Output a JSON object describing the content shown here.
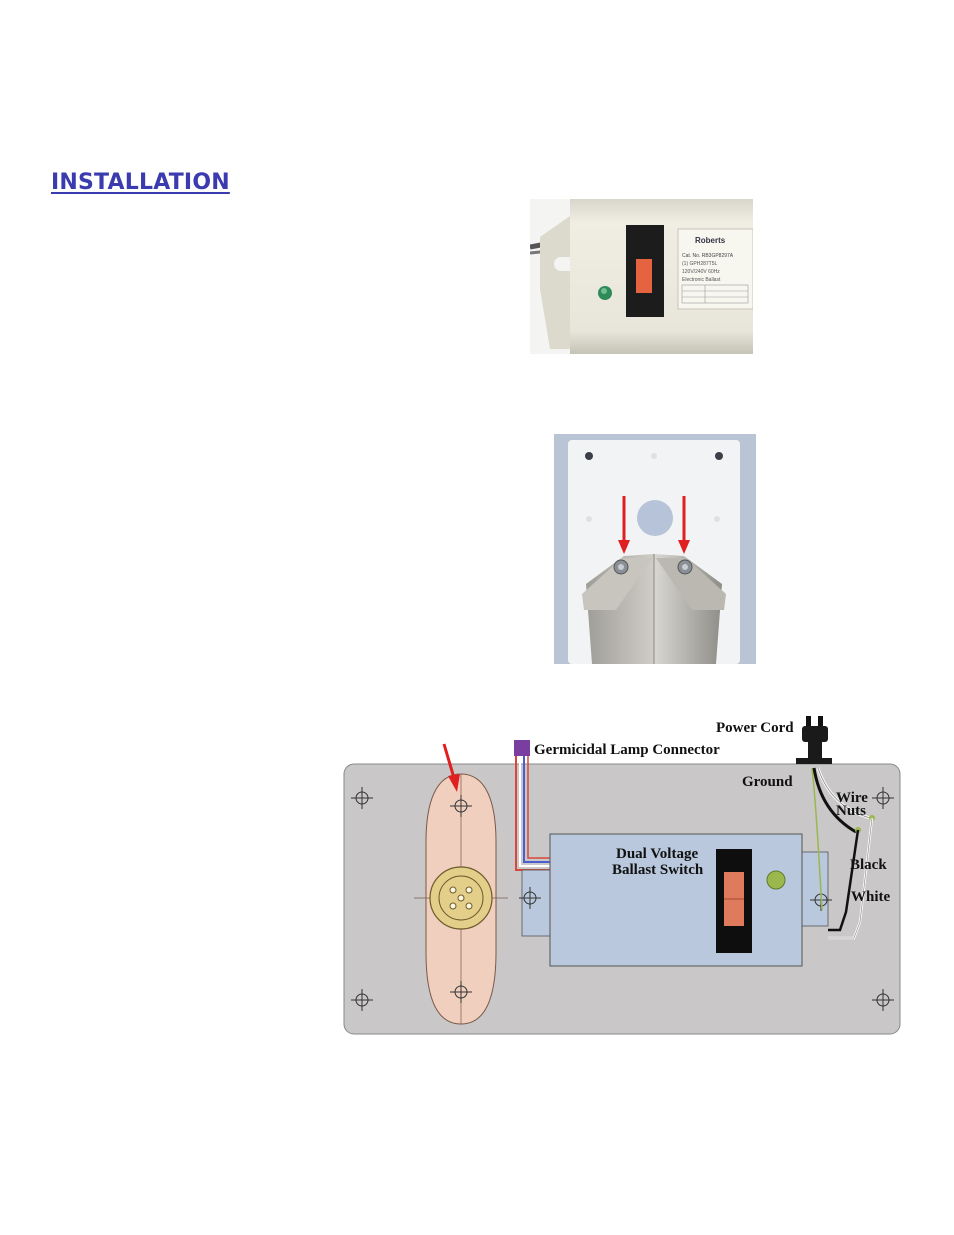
{
  "page": {
    "heading": "INSTALLATION",
    "heading_color": "#3b3bb0"
  },
  "ballast_photo": {
    "label_brand": "Roberts",
    "label_line1": "Cat. No. RB3GP8297A",
    "label_line2": "(1) GPH287T5L",
    "label_line3": "120V/240V  60Hz",
    "label_line4": "Electronic Ballast",
    "colors": {
      "body": "#e8e6da",
      "switch": "#1c1c1c",
      "toggle": "#e5633f",
      "indicator": "#2f8a5a"
    }
  },
  "reflector_photo": {
    "colors": {
      "plate": "#f2f3f4",
      "backdrop": "#b9c4d4",
      "reflector": "#b4b2ab",
      "arrow": "#e02020"
    }
  },
  "wiring_diagram": {
    "labels": {
      "power_cord": "Power Cord",
      "lamp_connector": "Germicidal Lamp Connector",
      "ground": "Ground",
      "wire_nuts_1": "Wire",
      "wire_nuts_2": "Nuts",
      "black": "Black",
      "white": "White",
      "switch_1": "Dual Voltage",
      "switch_2": "Ballast Switch"
    },
    "colors": {
      "plate": "#c9c7c7",
      "socket_bracket": "#f1cfbf",
      "ballast": "#b9c8dc",
      "switch_body": "#0e0e0e",
      "switch_toggle": "#e07a5c",
      "indicator": "#9ab84d",
      "connector": "#7a3ea0",
      "arrow": "#e02020"
    }
  }
}
